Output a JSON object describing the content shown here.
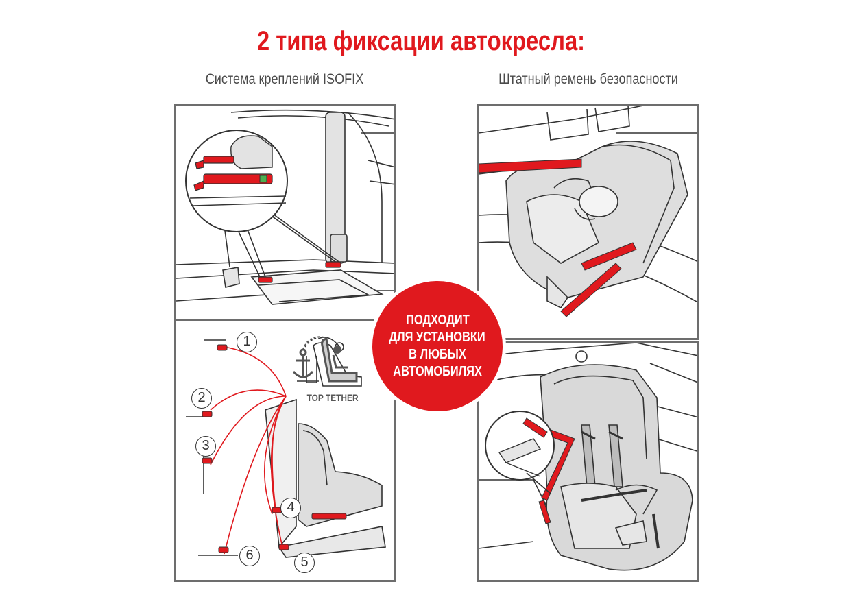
{
  "title": "2 типа фиксации автокресла:",
  "left_subtitle": "Система креплений ISOFIX",
  "right_subtitle": "Штатный ремень безопасности",
  "badge": {
    "lines": [
      "ПОДХОДИТ",
      "ДЛЯ УСТАНОВКИ",
      "В ЛЮБЫХ",
      "АВТОМОБИЛЯХ"
    ]
  },
  "top_tether": {
    "label": "TOP TETHER",
    "positions": [
      "1",
      "2",
      "3",
      "4",
      "5",
      "6"
    ]
  },
  "colors": {
    "accent_red": "#e0191e",
    "panel_border": "#6d6d6d",
    "seat_gray": "#d9d9d9"
  },
  "icons": [
    "anchor-icon",
    "child-seat-icon",
    "magnifier-callout"
  ]
}
